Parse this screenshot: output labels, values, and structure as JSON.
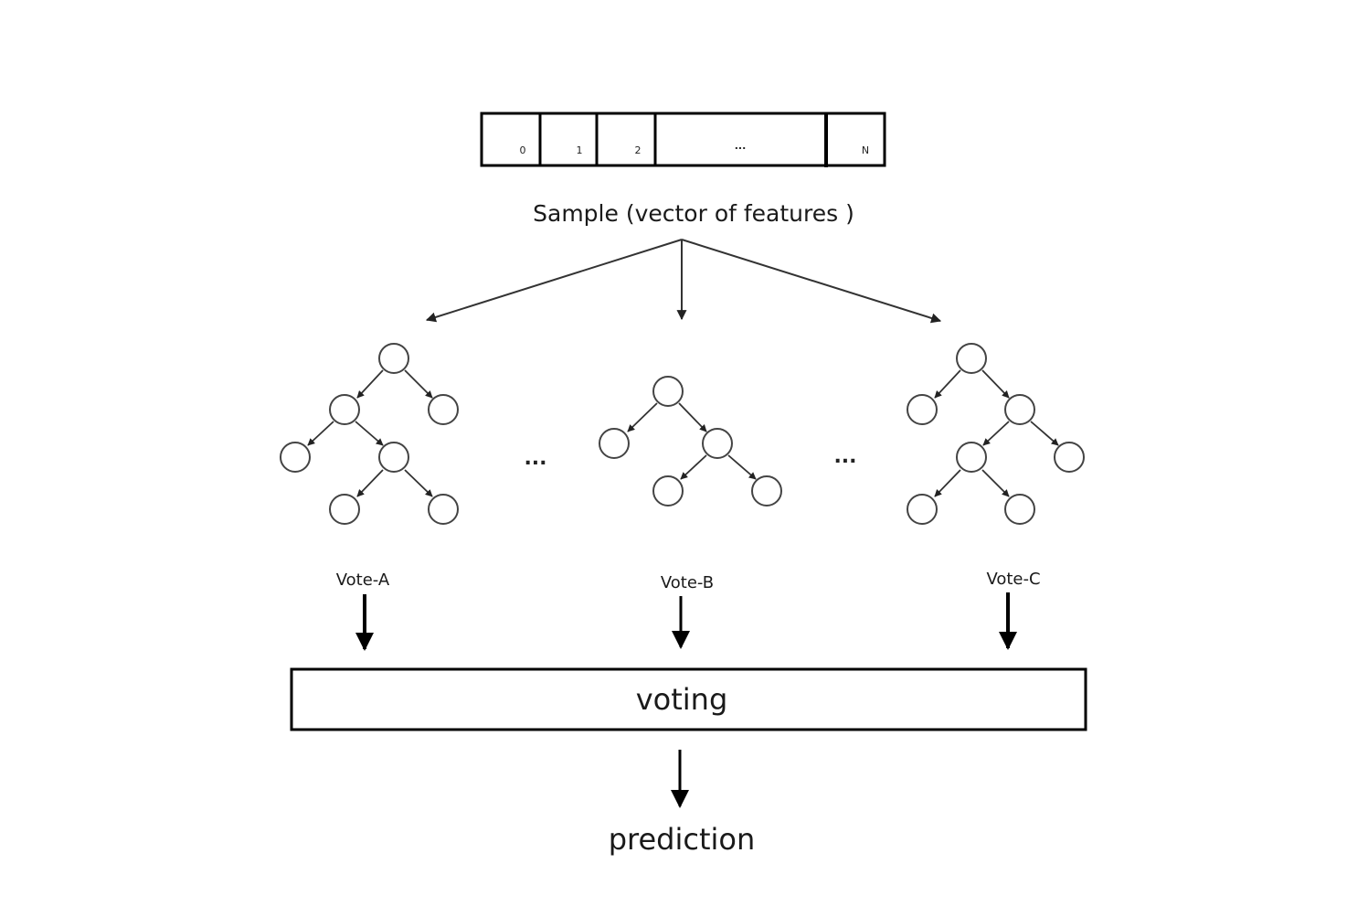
{
  "feature_vector": {
    "cells": [
      "0",
      "1",
      "2",
      "...",
      "N"
    ]
  },
  "sample_label": "Sample (vector of features )",
  "tree_separator": "...",
  "votes": [
    "Vote-A",
    "Vote-B",
    "Vote-C"
  ],
  "voting_label": "voting",
  "prediction_label": "prediction",
  "colors": {
    "stroke": "#000000",
    "node_stroke": "#444444",
    "background": "#ffffff"
  }
}
